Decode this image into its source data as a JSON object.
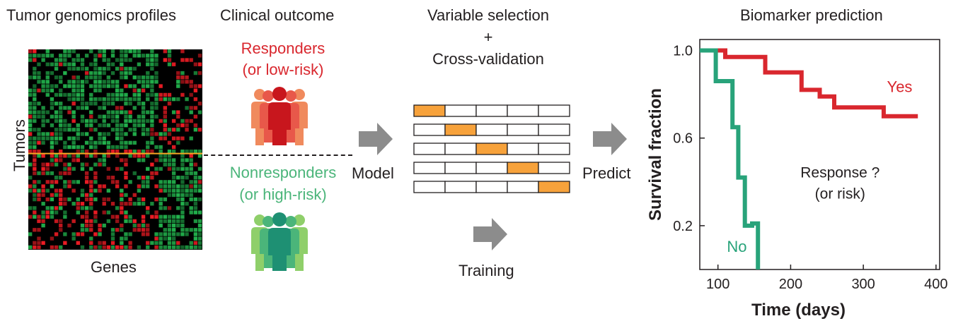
{
  "panels": {
    "genomics_title": "Tumor genomics profiles",
    "outcome_title": "Clinical outcome",
    "selection_title_line1": "Variable selection",
    "selection_title_plus": "+",
    "selection_title_line2": "Cross-validation",
    "prediction_title": "Biomarker prediction"
  },
  "heatmap": {
    "ylabel": "Tumors",
    "xlabel": "Genes",
    "colors": {
      "green": "#22b14c",
      "red": "#ed1c24",
      "black": "#000000",
      "divider": "#f5a623"
    }
  },
  "outcome": {
    "responders_line1": "Responders",
    "responders_line2": "(or low-risk)",
    "nonresponders_line1": "Nonresponders",
    "nonresponders_line2": "(or high-risk)",
    "responder_color": "#d9272e",
    "nonresponder_color": "#4bb57a"
  },
  "flow": {
    "model_label": "Model",
    "predict_label": "Predict",
    "training_label": "Training",
    "arrow_color": "#8c8c8c"
  },
  "cross_validation": {
    "folds": 5,
    "held_out_index": [
      0,
      1,
      2,
      3,
      4
    ],
    "fill_color": "#f7a23b"
  },
  "chart_data": {
    "type": "line",
    "title": "Biomarker prediction",
    "xlabel": "Time (days)",
    "ylabel": "Survival fraction",
    "xlim": [
      75,
      405
    ],
    "ylim": [
      0.0,
      1.05
    ],
    "x_ticks": [
      100,
      200,
      300,
      400
    ],
    "y_ticks": [
      0.2,
      0.6,
      1.0
    ],
    "y_tick_labels": [
      "0.2",
      "0.6",
      "1.0"
    ],
    "center_annotation_line1": "Response ?",
    "center_annotation_line2": "(or risk)",
    "series": [
      {
        "name": "Yes",
        "color": "#d9272e",
        "x": [
          75,
          110,
          110,
          165,
          165,
          215,
          215,
          240,
          240,
          260,
          260,
          328,
          328,
          375
        ],
        "y": [
          1.0,
          1.0,
          0.97,
          0.97,
          0.9,
          0.9,
          0.82,
          0.82,
          0.79,
          0.79,
          0.74,
          0.74,
          0.7,
          0.7
        ]
      },
      {
        "name": "No",
        "color": "#28a37a",
        "x": [
          75,
          97,
          97,
          120,
          120,
          128,
          128,
          137,
          137,
          147,
          147,
          155,
          155
        ],
        "y": [
          1.0,
          1.0,
          0.86,
          0.86,
          0.65,
          0.65,
          0.42,
          0.42,
          0.2,
          0.2,
          0.21,
          0.21,
          0.0
        ]
      }
    ]
  }
}
